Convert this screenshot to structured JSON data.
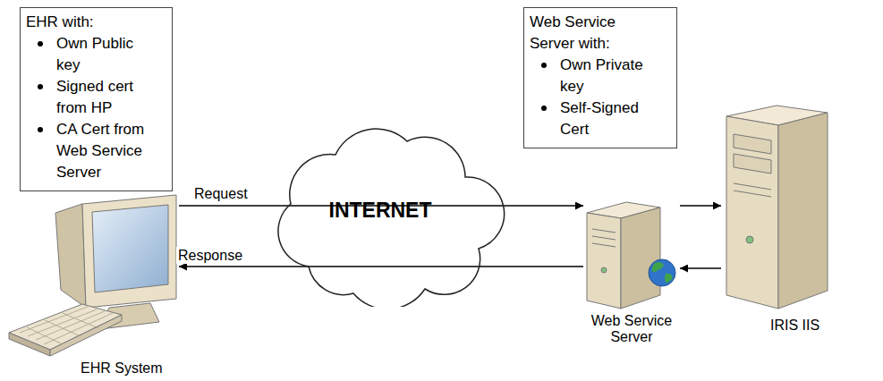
{
  "diagram": {
    "nodes": [
      {
        "text": [
          "EHR with:",
          "Own Public key",
          "Signed cert from HP",
          "CA Cert from Web Service Server"
        ]
      },
      {
        "text": [
          "Web Service Server with:",
          "Own Private key",
          "Self-Signed Cert"
        ]
      },
      {
        "text": [
          "INTERNET"
        ]
      },
      {
        "text": [
          "EHR System"
        ]
      },
      {
        "text": [
          "Web Service Server"
        ]
      },
      {
        "text": [
          "IRIS IIS"
        ]
      }
    ],
    "edges": [
      {
        "from": 3,
        "to": 4,
        "arrow": "to",
        "label": "Request"
      },
      {
        "from": 4,
        "to": 3,
        "arrow": "to",
        "label": "Response"
      },
      {
        "from": 4,
        "to": 5,
        "arrow": "to"
      },
      {
        "from": 5,
        "to": 4,
        "arrow": "to"
      }
    ]
  }
}
